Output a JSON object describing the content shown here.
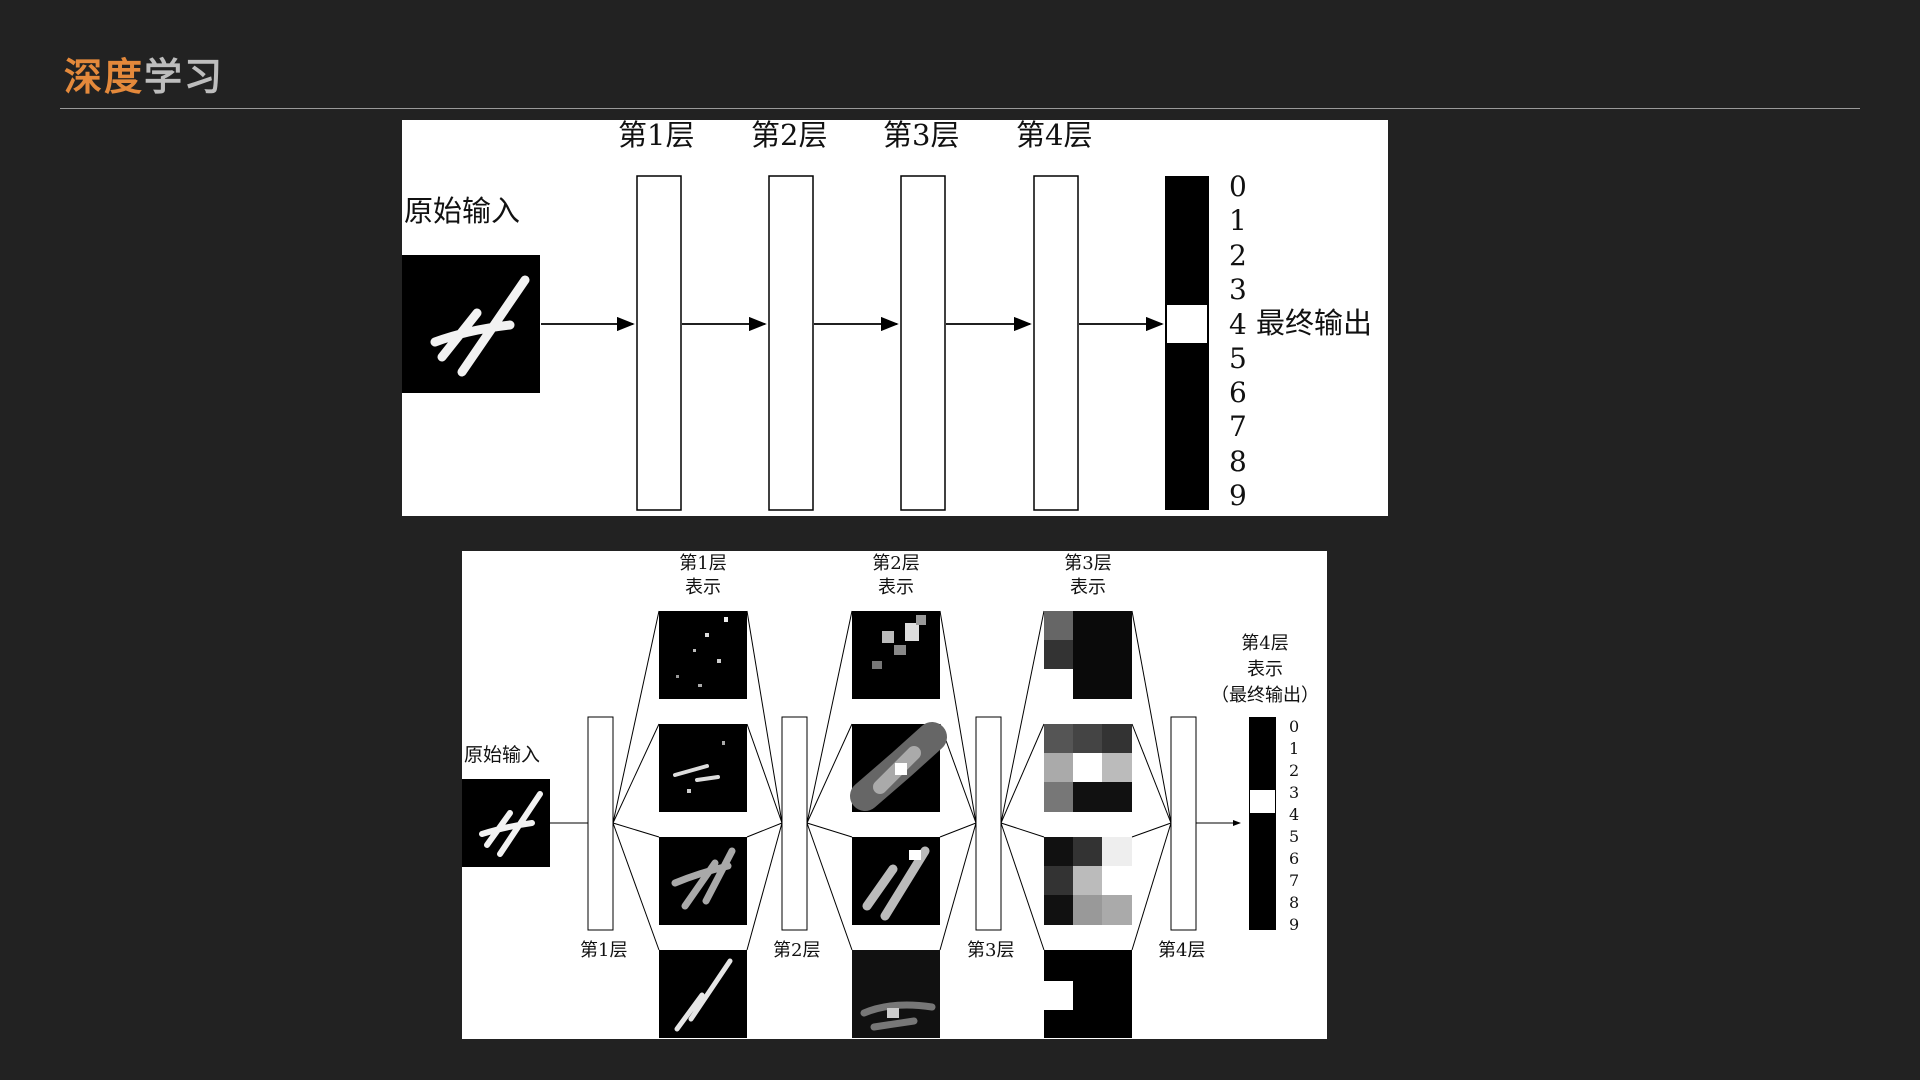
{
  "header": {
    "title_accent": "深度",
    "title_rest": "学习"
  },
  "top_diagram": {
    "input_label": "原始输入",
    "layer_labels": [
      "第1层",
      "第2层",
      "第3层",
      "第4层"
    ],
    "output_digits": [
      "0",
      "1",
      "2",
      "3",
      "4",
      "5",
      "6",
      "7",
      "8",
      "9"
    ],
    "output_label": "最终输出",
    "highlighted_digit": "4"
  },
  "bottom_diagram": {
    "input_label": "原始输入",
    "layer_labels": [
      "第1层",
      "第2层",
      "第3层",
      "第4层"
    ],
    "rep1_label": [
      "第1层",
      "表示"
    ],
    "rep2_label": [
      "第2层",
      "表示"
    ],
    "rep3_label": [
      "第3层",
      "表示"
    ],
    "rep4_label": [
      "第4层",
      "表示",
      "（最终输出）"
    ],
    "output_digits": [
      "0",
      "1",
      "2",
      "3",
      "4",
      "5",
      "6",
      "7",
      "8",
      "9"
    ],
    "highlighted_digit": "4"
  },
  "colors": {
    "background": "#222222",
    "accent": "#e4893b",
    "title_gray": "#bdbdbd"
  }
}
